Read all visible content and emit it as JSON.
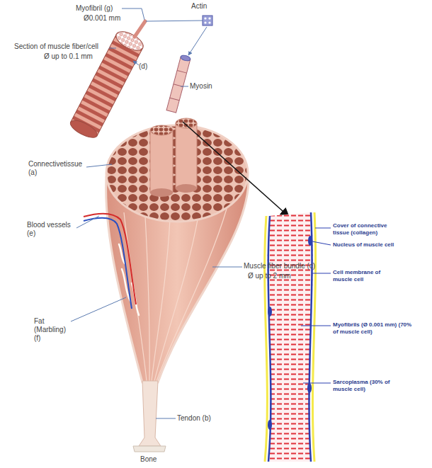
{
  "diagram": {
    "labels": [
      "Actin",
      "Myofibril (g)",
      "Ø0.001 mm",
      "Section of muscle fiber/cell",
      "Ø up to 0.1 mm",
      "(d)",
      "Myosin",
      "Connectivetissue (a)",
      "Blood vessels (e)",
      "Muscle fiber bundle (c)",
      "Ø up to 2 mm",
      "Fat (Marbling) (f)",
      "Tendon (b)",
      "Bone",
      "Cover of connective tissue (collagen)",
      "Nucleus of muscle cell",
      "Cell membrane of muscle cell",
      "Myofibrils (Ø 0.001 mm) (70% of muscle cell)",
      "Sarcoplasma (30% of muscle cell)"
    ]
  }
}
